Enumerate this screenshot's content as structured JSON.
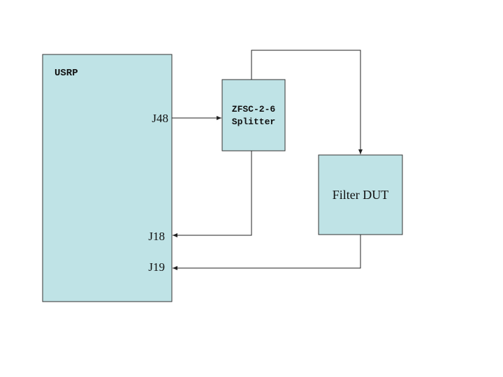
{
  "usrp": {
    "title": "USRP",
    "ports": {
      "j48": "J48",
      "j18": "J18",
      "j19": "J19"
    }
  },
  "splitter": {
    "line1": "ZFSC-2-6",
    "line2": "Splitter"
  },
  "filter": {
    "label": "Filter DUT"
  },
  "colors": {
    "block_fill": "#bfe3e6",
    "block_stroke": "#333333",
    "wire": "#222222"
  }
}
